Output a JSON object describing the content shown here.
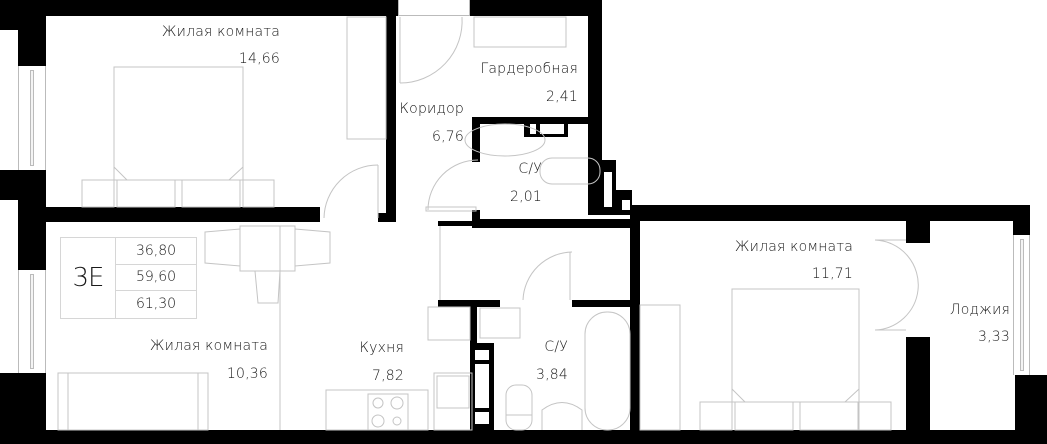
{
  "apartment": {
    "code": "3E",
    "areas": [
      {
        "label": "living_area",
        "value": "36,80"
      },
      {
        "label": "total_area",
        "value": "59,60"
      },
      {
        "label": "total_area_with_loggia",
        "value": "61,30"
      }
    ]
  },
  "rooms": [
    {
      "id": "bedroom-1",
      "name": "Жилая комната",
      "area": "14,66"
    },
    {
      "id": "wardrobe",
      "name": "Гардеробная",
      "area": "2,41"
    },
    {
      "id": "corridor",
      "name": "Коридор",
      "area": "6,76"
    },
    {
      "id": "bathroom-1",
      "name": "С/У",
      "area": "2,01"
    },
    {
      "id": "living-room",
      "name": "Жилая комната",
      "area": "10,36"
    },
    {
      "id": "kitchen",
      "name": "Кухня",
      "area": "7,82"
    },
    {
      "id": "bathroom-2",
      "name": "С/У",
      "area": "3,84"
    },
    {
      "id": "bedroom-2",
      "name": "Жилая комната",
      "area": "11,71"
    },
    {
      "id": "loggia",
      "name": "Лоджия",
      "area": "3,33"
    }
  ],
  "colors": {
    "wall": "#000000",
    "furniture_line": "#c8c8c8",
    "background": "#ffffff",
    "text": "#1a1a1a"
  }
}
